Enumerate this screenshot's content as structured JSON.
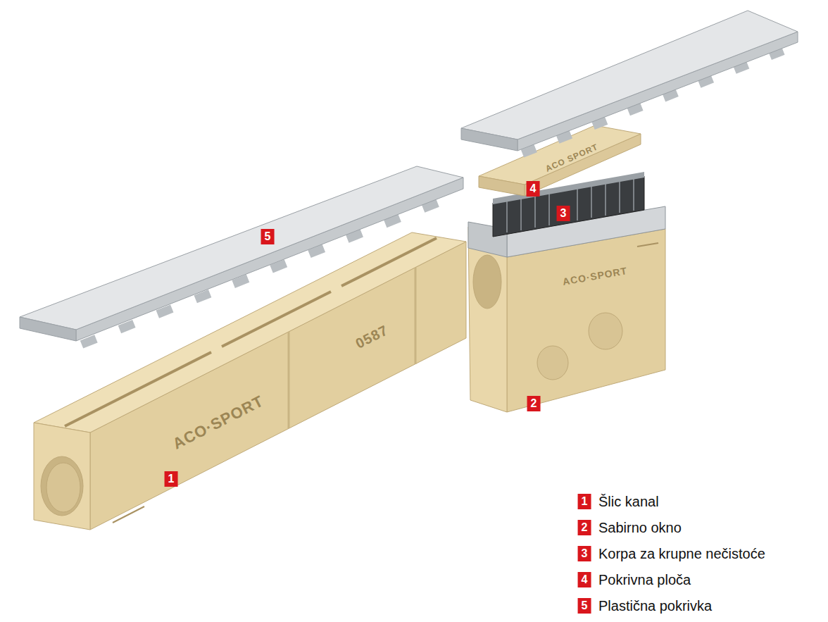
{
  "diagram": {
    "labels": [
      "5",
      "4",
      "3",
      "1",
      "2",
      "ACO·SPORT",
      "0587",
      "ACO SPORT",
      "ACO·SPORT",
      "1",
      "Šlic kanal",
      "2",
      "Sabirno okno",
      "3",
      "Korpa za krupne nečistoće",
      "4",
      "Pokrivna ploča",
      "5",
      "Plastična pokrivka"
    ]
  }
}
